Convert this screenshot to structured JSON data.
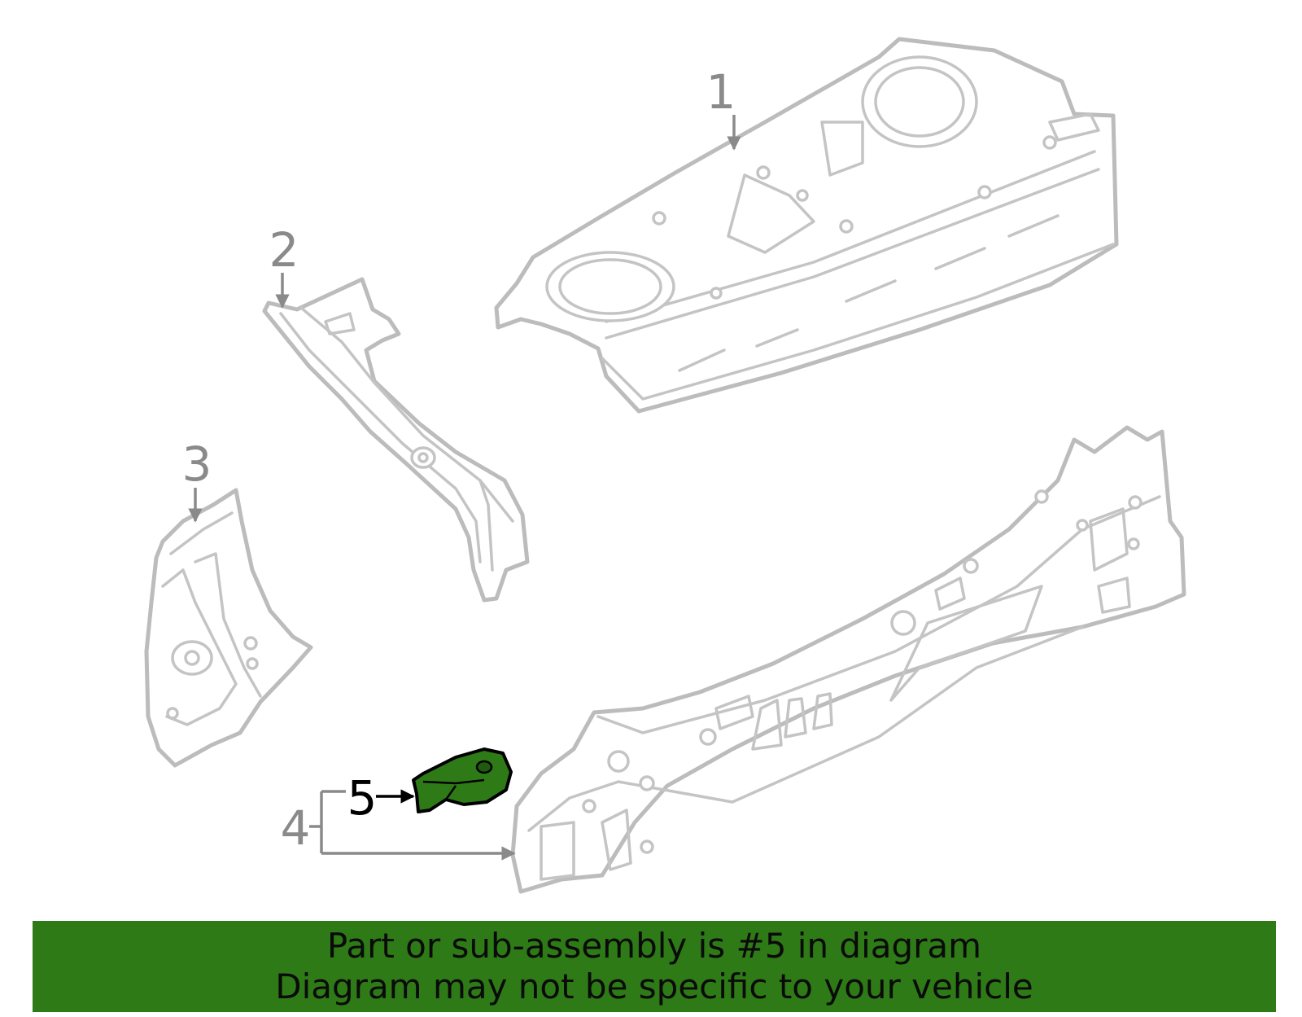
{
  "diagram": {
    "callouts": [
      {
        "number": "1",
        "highlighted": false
      },
      {
        "number": "2",
        "highlighted": false
      },
      {
        "number": "3",
        "highlighted": false
      },
      {
        "number": "4",
        "highlighted": false
      },
      {
        "number": "5",
        "highlighted": true
      }
    ],
    "highlight_color": "#2e7a17",
    "line_color": "#bcbcbc",
    "callout_color": "#8a8a8a"
  },
  "banner": {
    "line1": "Part or sub-assembly is #5 in diagram",
    "line2": "Diagram may not be specific to your vehicle",
    "background": "#2e7a17"
  }
}
